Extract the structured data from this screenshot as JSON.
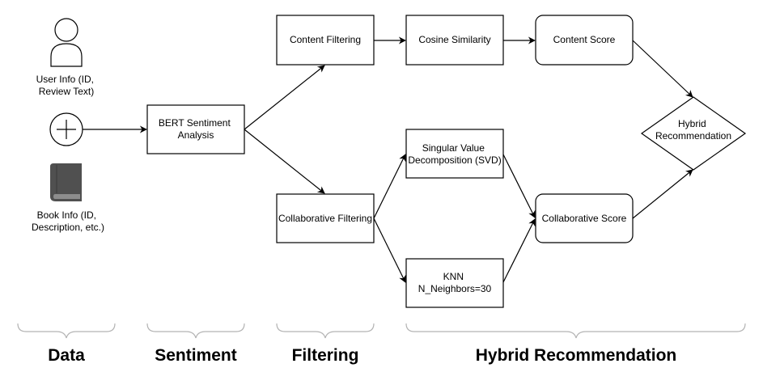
{
  "inputs": {
    "user_info": [
      "User Info (ID,",
      "Review Text)"
    ],
    "book_info": [
      "Book Info (ID,",
      "Description, etc.)"
    ]
  },
  "nodes": {
    "bert": [
      "BERT Sentiment",
      "Analysis"
    ],
    "content_filtering": [
      "Content Filtering"
    ],
    "cosine_similarity": [
      "Cosine Similarity"
    ],
    "content_score": [
      "Content Score"
    ],
    "collaborative_filtering": [
      "Collaborative Filtering"
    ],
    "svd": [
      "Singular Value",
      "Decomposition (SVD)"
    ],
    "knn": [
      "KNN",
      "N_Neighbors=30"
    ],
    "collaborative_score": [
      "Collaborative Score"
    ],
    "hybrid": [
      "Hybrid",
      "Recommendation"
    ]
  },
  "stages": {
    "data": "Data",
    "sentiment": "Sentiment",
    "filtering": "Filtering",
    "hybrid_recommendation": "Hybrid Recommendation"
  },
  "colors": {
    "stroke": "#000000",
    "icon_fill": "#505050",
    "brace": "#b3b3b3",
    "background": "#ffffff"
  }
}
